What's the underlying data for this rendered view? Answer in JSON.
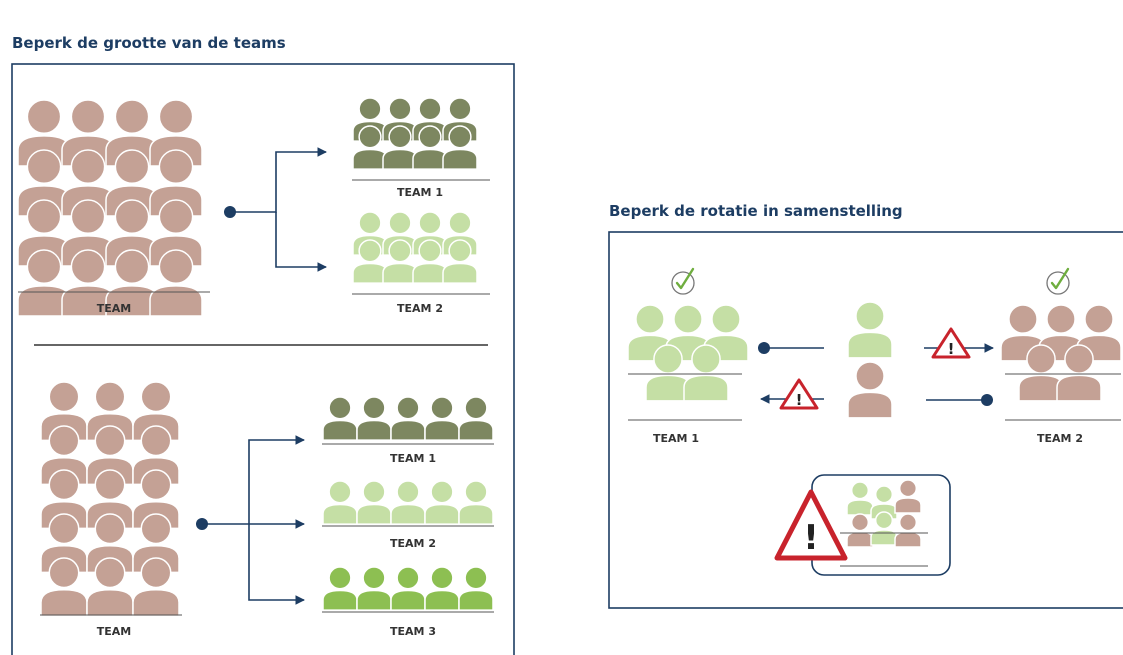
{
  "left_panel": {
    "title": "Beperk de grootte van de teams",
    "top_diagram": {
      "source_label": "TEAM",
      "targets": [
        "TEAM 1",
        "TEAM 2"
      ]
    },
    "bottom_diagram": {
      "source_label": "TEAM",
      "targets": [
        "TEAM 1",
        "TEAM 2",
        "TEAM 3"
      ]
    }
  },
  "right_panel": {
    "title": "Beperk de rotatie in samenstelling",
    "team_labels": [
      "TEAM 1",
      "TEAM 2"
    ],
    "icons": [
      "check-icon",
      "check-icon",
      "warning-icon",
      "warning-icon",
      "warning-icon"
    ]
  },
  "colors": {
    "title": "#1d3d63",
    "frame": "#1d3d63",
    "person_brown": "#c4a195",
    "person_dark_green": "#7d8760",
    "person_light_green": "#c5dfa5",
    "person_bright_green": "#8dbf52",
    "check": "#6fae3f",
    "warning": "#c8232c"
  }
}
